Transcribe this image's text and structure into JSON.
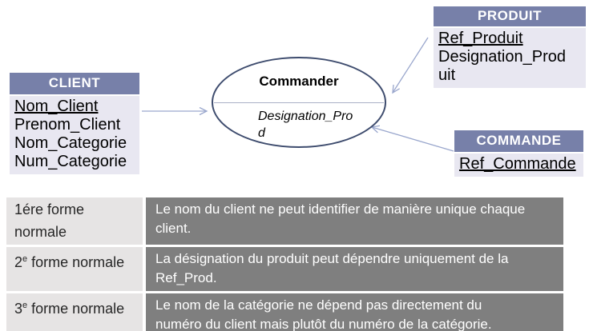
{
  "diagram": {
    "entities": {
      "client": {
        "title": "CLIENT",
        "attributes": [
          "Nom_Client",
          "Prenom_Client",
          "Nom_Categorie",
          "Num_Categorie"
        ]
      },
      "produit": {
        "title": "PRODUIT",
        "attributes": [
          "Ref_Produit",
          "Designation_Produit"
        ]
      },
      "commande": {
        "title": "COMMANDE",
        "attributes": [
          "Ref_Commande"
        ]
      }
    },
    "relation": {
      "title": "Commander",
      "attribute": "Designation_Prod"
    }
  },
  "table": {
    "rows": [
      {
        "term": {
          "pre": "1ére forme normale",
          "sup": "",
          "post": ""
        },
        "desc": "Le nom du client ne peut identifier de manière unique chaque client."
      },
      {
        "term": {
          "pre": "2",
          "sup": "e",
          "post": " forme normale"
        },
        "desc": "La désignation du produit peut dépendre uniquement de la Ref_Prod."
      },
      {
        "term": {
          "pre": "3",
          "sup": "e",
          "post": " forme normale"
        },
        "desc": "Le nom de la catégorie ne dépend pas directement du numéro du client mais plutôt du numéro de la catégorie."
      }
    ]
  },
  "colors": {
    "entity_header": "#7780a9",
    "entity_body": "#e8e7f1",
    "ellipse_border": "#3e4c6e",
    "arrow": "#9aa7cd",
    "table_term_bg": "#e6e4e4",
    "table_desc_bg": "#7f7f7f"
  }
}
